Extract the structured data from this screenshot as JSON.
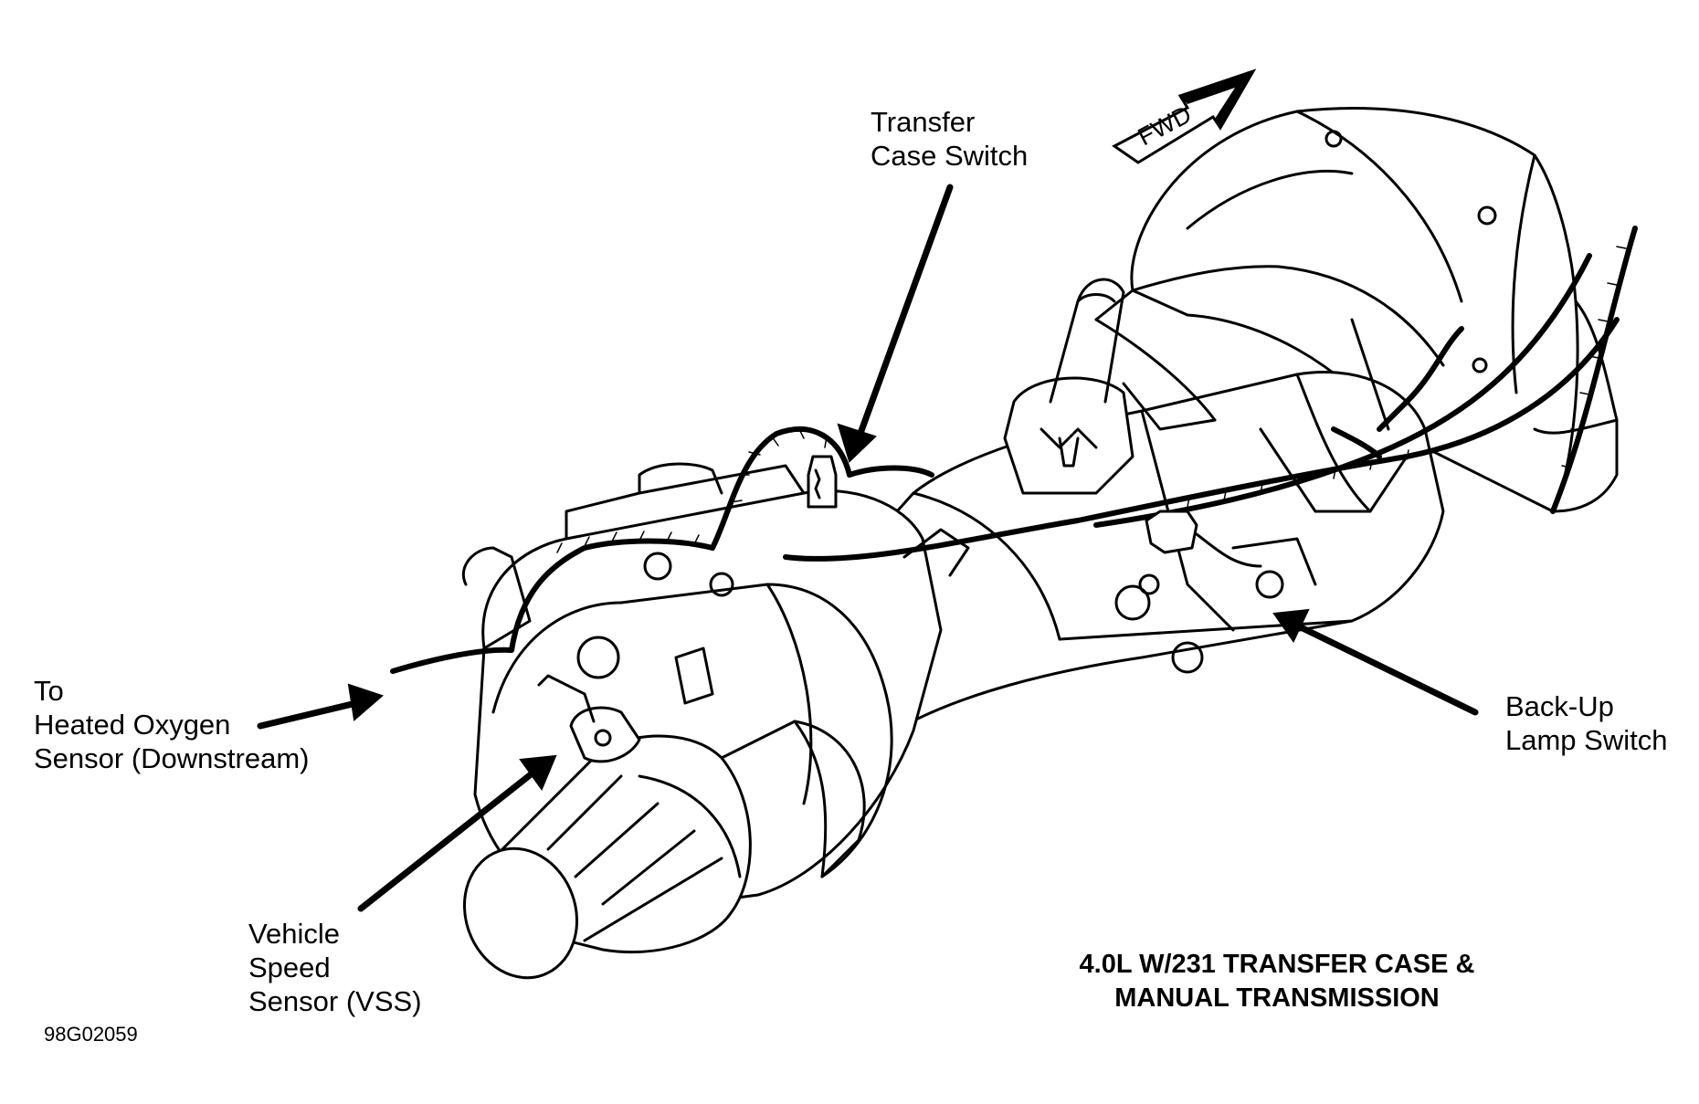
{
  "labels": {
    "transfer_case_switch": [
      "Transfer",
      "Case Switch"
    ],
    "heated_oxygen_sensor": [
      "To",
      "Heated Oxygen",
      "Sensor (Downstream)"
    ],
    "vehicle_speed_sensor": [
      "Vehicle",
      "Speed",
      "Sensor (VSS)"
    ],
    "back_up_lamp_switch": [
      "Back-Up",
      "Lamp Switch"
    ],
    "fwd_arrow": "FWD"
  },
  "title": [
    "4.0L W/231 TRANSFER CASE &",
    "MANUAL TRANSMISSION"
  ],
  "figure_code": "98G02059",
  "colors": {
    "ink": "#000000",
    "paper": "#ffffff"
  }
}
